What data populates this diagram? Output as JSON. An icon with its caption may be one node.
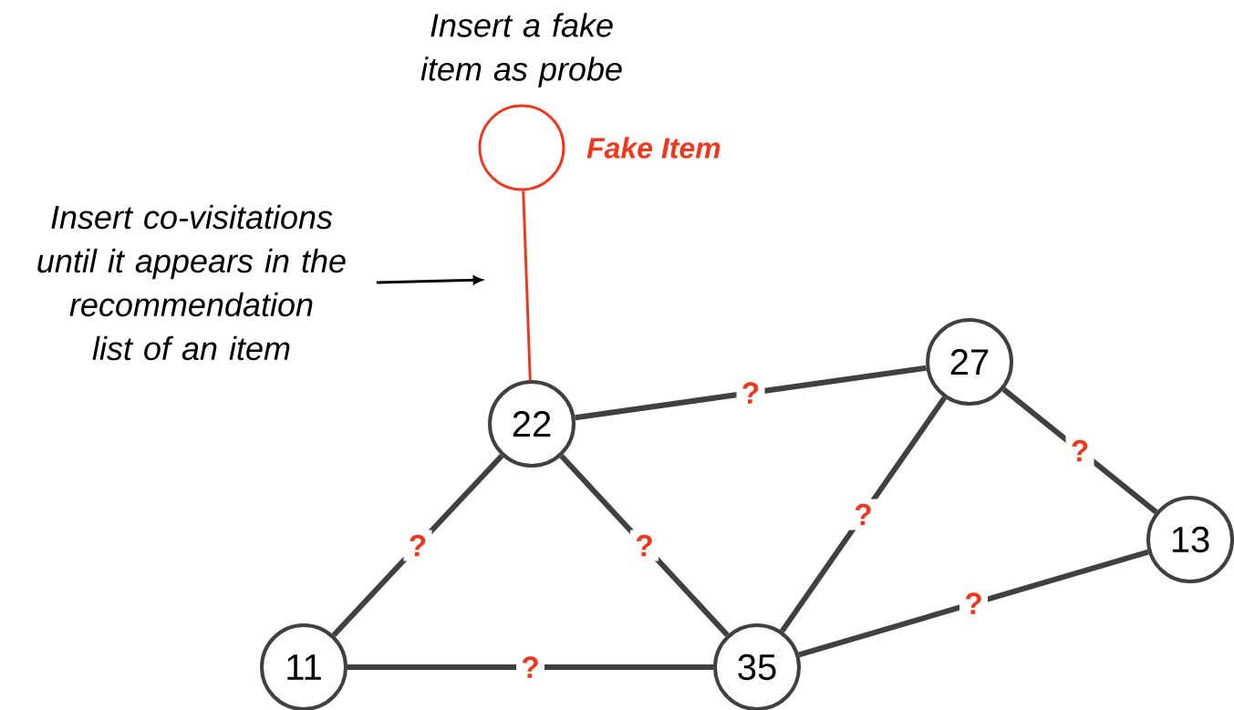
{
  "diagram": {
    "nodes": [
      {
        "text": [],
        "shape": "circle",
        "beside": [
          "Fake Item"
        ]
      },
      {
        "text": [
          "22"
        ]
      },
      {
        "text": [
          "27"
        ]
      },
      {
        "text": [
          "13"
        ]
      },
      {
        "text": [
          "11"
        ]
      },
      {
        "text": [
          "35"
        ]
      },
      {
        "text": [
          "Insert co-visitations until it appears in the recommendation list of an item"
        ]
      }
    ],
    "edges": [
      {
        "from": 0,
        "to": 1,
        "arrow": "none",
        "color": "#f0361c"
      },
      {
        "from": 1,
        "to": 2,
        "arrow": "none",
        "label": "?"
      },
      {
        "from": 2,
        "to": 3,
        "arrow": "none",
        "label": "?"
      },
      {
        "from": 2,
        "to": 5,
        "arrow": "none",
        "label": "?"
      },
      {
        "from": 1,
        "to": 4,
        "arrow": "none",
        "label": "?"
      },
      {
        "from": 1,
        "to": 5,
        "arrow": "none",
        "label": "?"
      },
      {
        "from": 5,
        "to": 3,
        "arrow": "none",
        "label": "?"
      },
      {
        "from": 4,
        "to": 5,
        "arrow": "none",
        "label": "?"
      },
      {
        "from": 6,
        "to": null,
        "arrow": "to"
      }
    ],
    "labels": [
      "Insert a fake item as probe"
    ]
  }
}
